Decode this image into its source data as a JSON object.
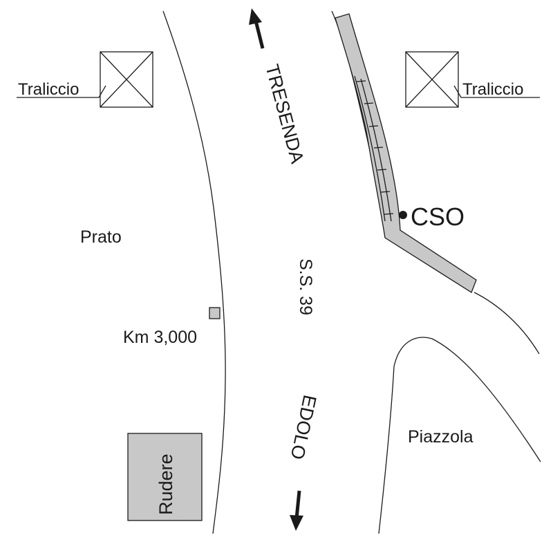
{
  "labels": {
    "traliccio_left": "Traliccio",
    "traliccio_right": "Traliccio",
    "direction_north": "TRESENDA",
    "direction_south": "EDOLO",
    "road_name": "S.S. 39",
    "field": "Prato",
    "km_marker": "Km 3,000",
    "station": "CSO",
    "layby": "Piazzola",
    "ruin": "Rudere"
  },
  "colors": {
    "ink": "#1a1a1a",
    "gray_fill": "#c8c8c8",
    "background": "#ffffff"
  }
}
